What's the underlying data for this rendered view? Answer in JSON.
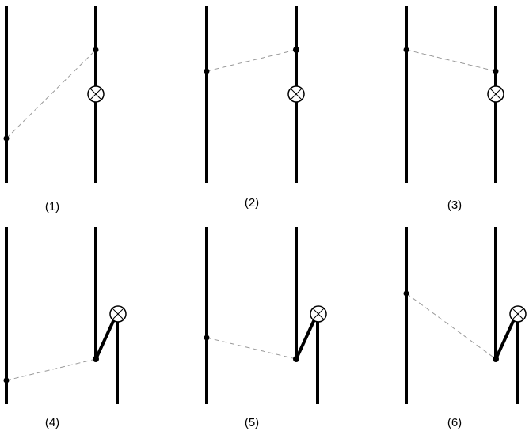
{
  "colors": {
    "line": "#000000",
    "dashed": "#9a9a9a",
    "background": "#ffffff"
  },
  "panels": [
    {
      "label": "(1)"
    },
    {
      "label": "(2)"
    },
    {
      "label": "(3)"
    },
    {
      "label": "(4)"
    },
    {
      "label": "(5)"
    },
    {
      "label": "(6)"
    }
  ]
}
